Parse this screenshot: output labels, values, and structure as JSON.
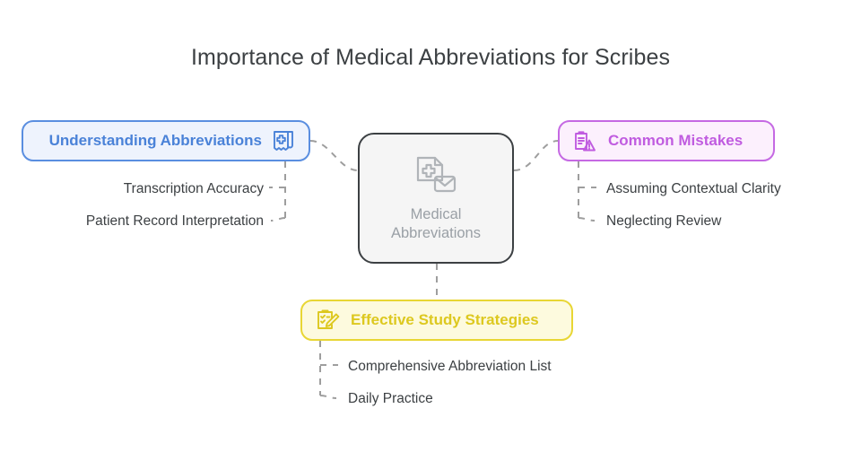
{
  "title": "Importance of Medical Abbreviations for Scribes",
  "colors": {
    "background": "#ffffff",
    "title_text": "#3c4043",
    "center_border": "#3c4043",
    "center_fill": "#f5f5f5",
    "center_text": "#9aa0a6",
    "blue_border": "#5a8ee0",
    "blue_fill": "#eef3fd",
    "blue_text": "#4a82d8",
    "purple_border": "#c569e3",
    "purple_fill": "#fcf0fd",
    "purple_text": "#c05ce0",
    "yellow_border": "#e8d634",
    "yellow_fill": "#fdfade",
    "yellow_text": "#ddc81f",
    "connector": "#9e9e9e",
    "leaf_text": "#3c4043"
  },
  "center": {
    "label": "Medical\nAbbreviations",
    "line1": "Medical",
    "line2": "Abbreviations",
    "icon": "medical-document-envelope-icon"
  },
  "branches": [
    {
      "id": "understanding",
      "label": "Understanding Abbreviations",
      "icon": "medical-prescription-icon",
      "color": "#4a82d8",
      "position": "left",
      "children": [
        {
          "label": "Transcription Accuracy"
        },
        {
          "label": "Patient Record Interpretation"
        }
      ]
    },
    {
      "id": "mistakes",
      "label": "Common Mistakes",
      "icon": "clipboard-warning-icon",
      "color": "#c05ce0",
      "position": "right",
      "children": [
        {
          "label": "Assuming Contextual Clarity"
        },
        {
          "label": "Neglecting Review"
        }
      ]
    },
    {
      "id": "strategies",
      "label": "Effective Study Strategies",
      "icon": "clipboard-pencil-icon",
      "color": "#ddc81f",
      "position": "bottom",
      "children": [
        {
          "label": "Comprehensive Abbreviation List"
        },
        {
          "label": "Daily Practice"
        }
      ]
    }
  ]
}
